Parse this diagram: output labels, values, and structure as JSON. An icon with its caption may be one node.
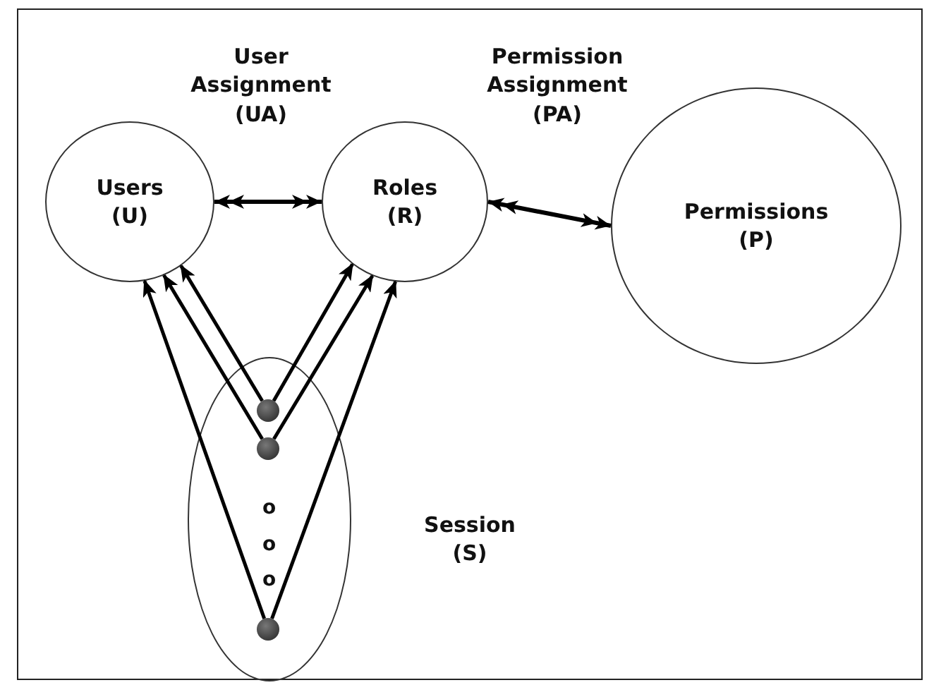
{
  "diagram": {
    "nodes": [
      {
        "text": [
          "Users (U)"
        ]
      },
      {
        "text": [
          "Roles (R)"
        ]
      },
      {
        "text": [
          "Permissions (P)"
        ]
      },
      {
        "text": [
          "Session (S)"
        ]
      },
      {
        "text": [],
        "shape": "circle",
        "in": 3
      },
      {
        "text": [],
        "shape": "circle",
        "in": 3
      },
      {
        "text": [],
        "shape": "circle",
        "in": 3
      }
    ],
    "edges": [
      {
        "from": 0,
        "to": 1,
        "arrow": "both",
        "label": "User Assignment (UA)"
      },
      {
        "from": 1,
        "to": 2,
        "arrow": "both",
        "label": "Permission Assignment (PA)"
      },
      {
        "from": 4,
        "to": 0,
        "arrow": "to"
      },
      {
        "from": 4,
        "to": 1,
        "arrow": "to"
      },
      {
        "from": 5,
        "to": 0,
        "arrow": "to"
      },
      {
        "from": 5,
        "to": 1,
        "arrow": "to"
      },
      {
        "from": 6,
        "to": 0,
        "arrow": "to"
      },
      {
        "from": 6,
        "to": 1,
        "arrow": "to"
      }
    ],
    "labels": [
      "o",
      "o",
      "o"
    ]
  }
}
